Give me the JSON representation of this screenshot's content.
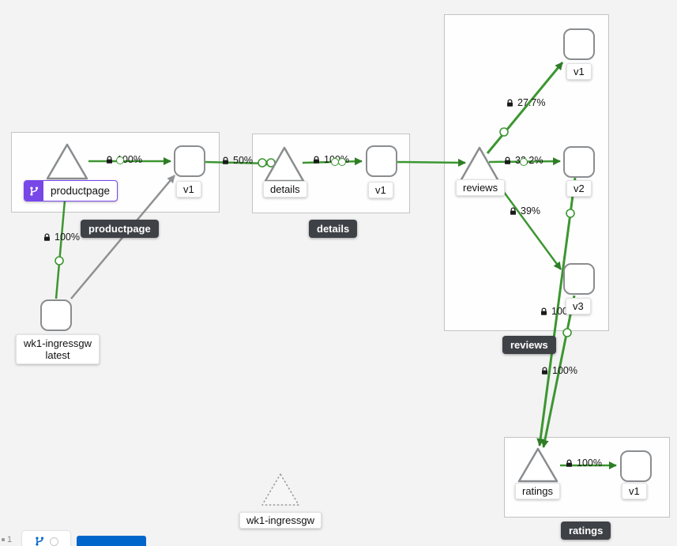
{
  "graph": {
    "group_badges": {
      "productpage": "productpage",
      "details": "details",
      "reviews": "reviews",
      "ratings": "ratings"
    },
    "nodes": {
      "productpage_service": {
        "label": "productpage"
      },
      "productpage_v1": {
        "label": "v1"
      },
      "details_service": {
        "label": "details"
      },
      "details_v1": {
        "label": "v1"
      },
      "reviews_service": {
        "label": "reviews"
      },
      "reviews_v1": {
        "label": "v1"
      },
      "reviews_v2": {
        "label": "v2"
      },
      "reviews_v3": {
        "label": "v3"
      },
      "ratings_service": {
        "label": "ratings"
      },
      "ratings_v1": {
        "label": "v1"
      },
      "ingress_workload": {
        "label_line1": "wk1-ingressgw",
        "label_line2": "latest"
      },
      "idle_service": {
        "label": "wk1-ingressgw"
      }
    },
    "edge_labels": {
      "ingress_to_productpage": "100%",
      "productpage_to_v1": "100%",
      "ppv1_to_details": "50%",
      "details_to_v1": "100%",
      "reviews_to_v1": "27.7%",
      "reviews_to_v2": "33.2%",
      "reviews_to_v3": "39%",
      "reviews_v3_to_ratings": "100%",
      "reviews_v2_to_ratings": "100%",
      "ratings_to_v1": "100%"
    }
  },
  "toolbar": {
    "fragment": "1"
  },
  "colors": {
    "edge_green": "#3c9631",
    "edge_gray": "#8f9193",
    "accent_purple": "#7747e8",
    "button_blue": "#0066cc",
    "badge_dark": "#3e4146"
  }
}
